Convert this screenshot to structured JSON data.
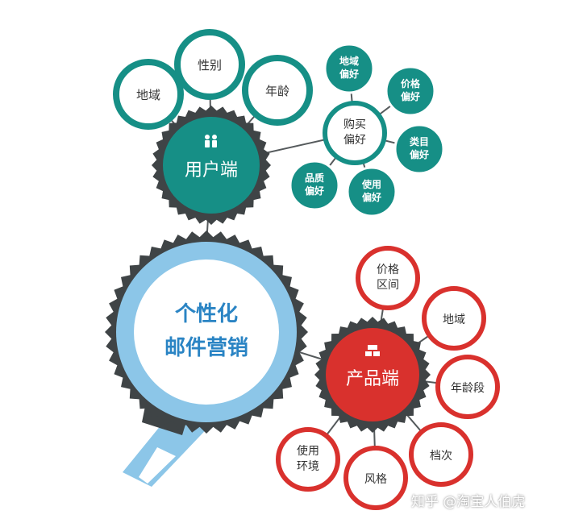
{
  "colors": {
    "teal": "#168f86",
    "red": "#d9312d",
    "dark_gray": "#3f4446",
    "light_blue": "#8cc6e8",
    "line_gray": "#555a5c"
  },
  "center": {
    "line1": "个性化",
    "line2": "邮件营销"
  },
  "user_end": {
    "icon": "users-icon",
    "label": "用户端",
    "nodes": [
      "地域",
      "性别",
      "年龄"
    ],
    "purchase": {
      "line1": "购买",
      "line2": "偏好",
      "children": [
        [
          "地域",
          "偏好"
        ],
        [
          "价格",
          "偏好"
        ],
        [
          "类目",
          "偏好"
        ],
        [
          "使用",
          "偏好"
        ],
        [
          "品质",
          "偏好"
        ]
      ]
    }
  },
  "product_end": {
    "icon": "product-icon",
    "label": "产品端",
    "nodes": [
      [
        "价格",
        "区间"
      ],
      [
        "地域"
      ],
      [
        "年龄段"
      ],
      [
        "档次"
      ],
      [
        "风格"
      ],
      [
        "使用",
        "环境"
      ]
    ]
  },
  "watermark": "知乎 @淘宝人伯虎"
}
